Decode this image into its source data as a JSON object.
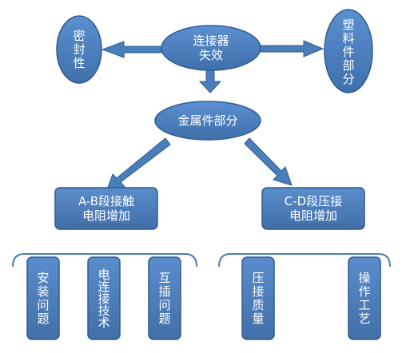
{
  "colors": {
    "fill": "#4a7ebb",
    "stroke": "#2f5c91",
    "bracket": "#4a7ebb"
  },
  "nodes": {
    "connector_failure": "连接器\n失效",
    "sealing": "密封性",
    "plastic_part": "塑料件部分",
    "metal_part": "金属件部分",
    "ab_resistance": "A-B段接触\n电阻增加",
    "cd_resistance": "C-D段压接\n电阻增加",
    "install_issue": "安装问题",
    "electrical_connection": "电连接技术",
    "mating_issue": "互插问题",
    "crimp_quality": "压接质量",
    "process": "操作工艺"
  }
}
